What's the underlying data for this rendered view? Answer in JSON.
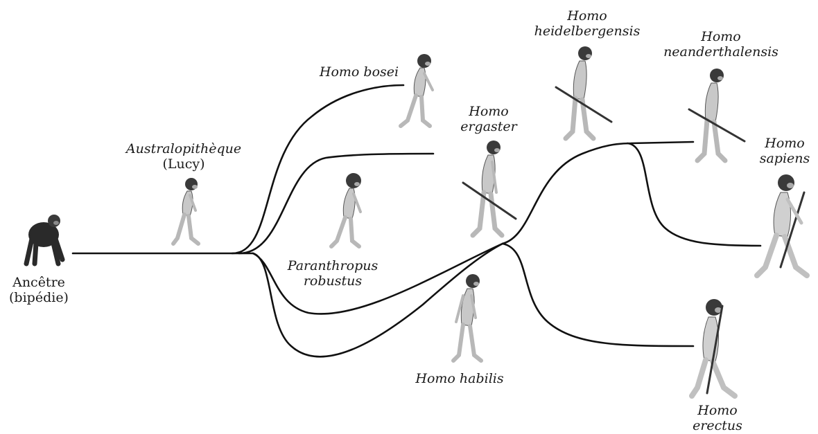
{
  "species": {
    "ancestor": {
      "line1": "Ancêtre",
      "line2": "(bipédie)"
    },
    "australopithecus": {
      "line1": "Australopithèque",
      "line2": "(Lucy)"
    },
    "homo_bosei": {
      "line1": "Homo bosei"
    },
    "paranthropus": {
      "line1": "Paranthropus",
      "line2": "robustus"
    },
    "homo_ergaster": {
      "line1": "Homo",
      "line2": "ergaster"
    },
    "homo_habilis": {
      "line1": "Homo habilis"
    },
    "homo_heidelbergensis": {
      "line1": "Homo",
      "line2": "heidelbergensis"
    },
    "homo_neanderthalensis": {
      "line1": "Homo",
      "line2": "neanderthalensis"
    },
    "homo_sapiens": {
      "line1": "Homo",
      "line2": "sapiens"
    },
    "homo_erectus": {
      "line1": "Homo",
      "line2": "erectus"
    }
  },
  "colors": {
    "line": "#111111",
    "text": "#1a1a1a",
    "figure_skin": "#c8c8c8",
    "figure_hair": "#2a2a2a"
  }
}
